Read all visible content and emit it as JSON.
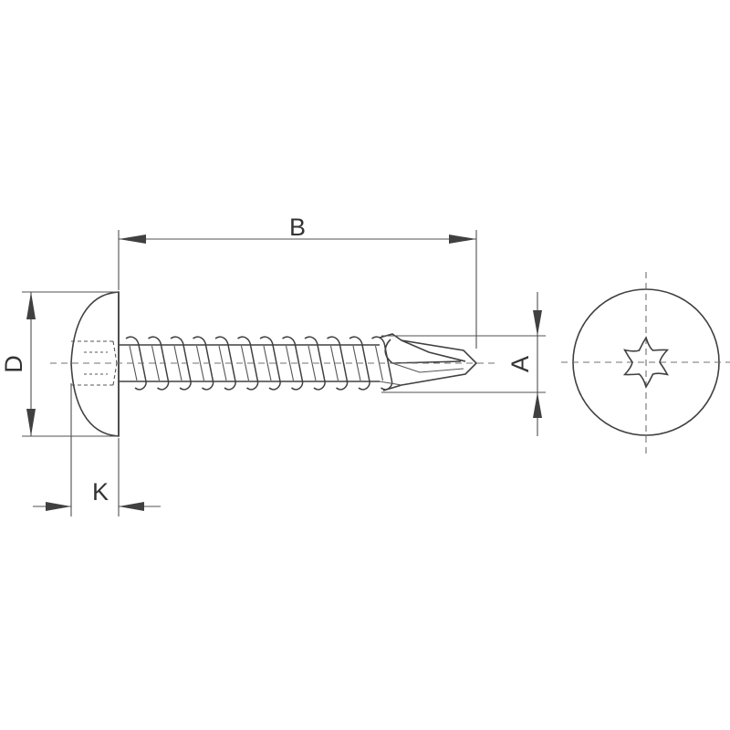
{
  "labels": {
    "length": "B",
    "head_diameter": "D",
    "head_height": "K",
    "shank_diameter": "A"
  },
  "colors": {
    "line": "#404040",
    "background": "#ffffff"
  },
  "icons": {
    "drive": "torx-recess-icon"
  }
}
